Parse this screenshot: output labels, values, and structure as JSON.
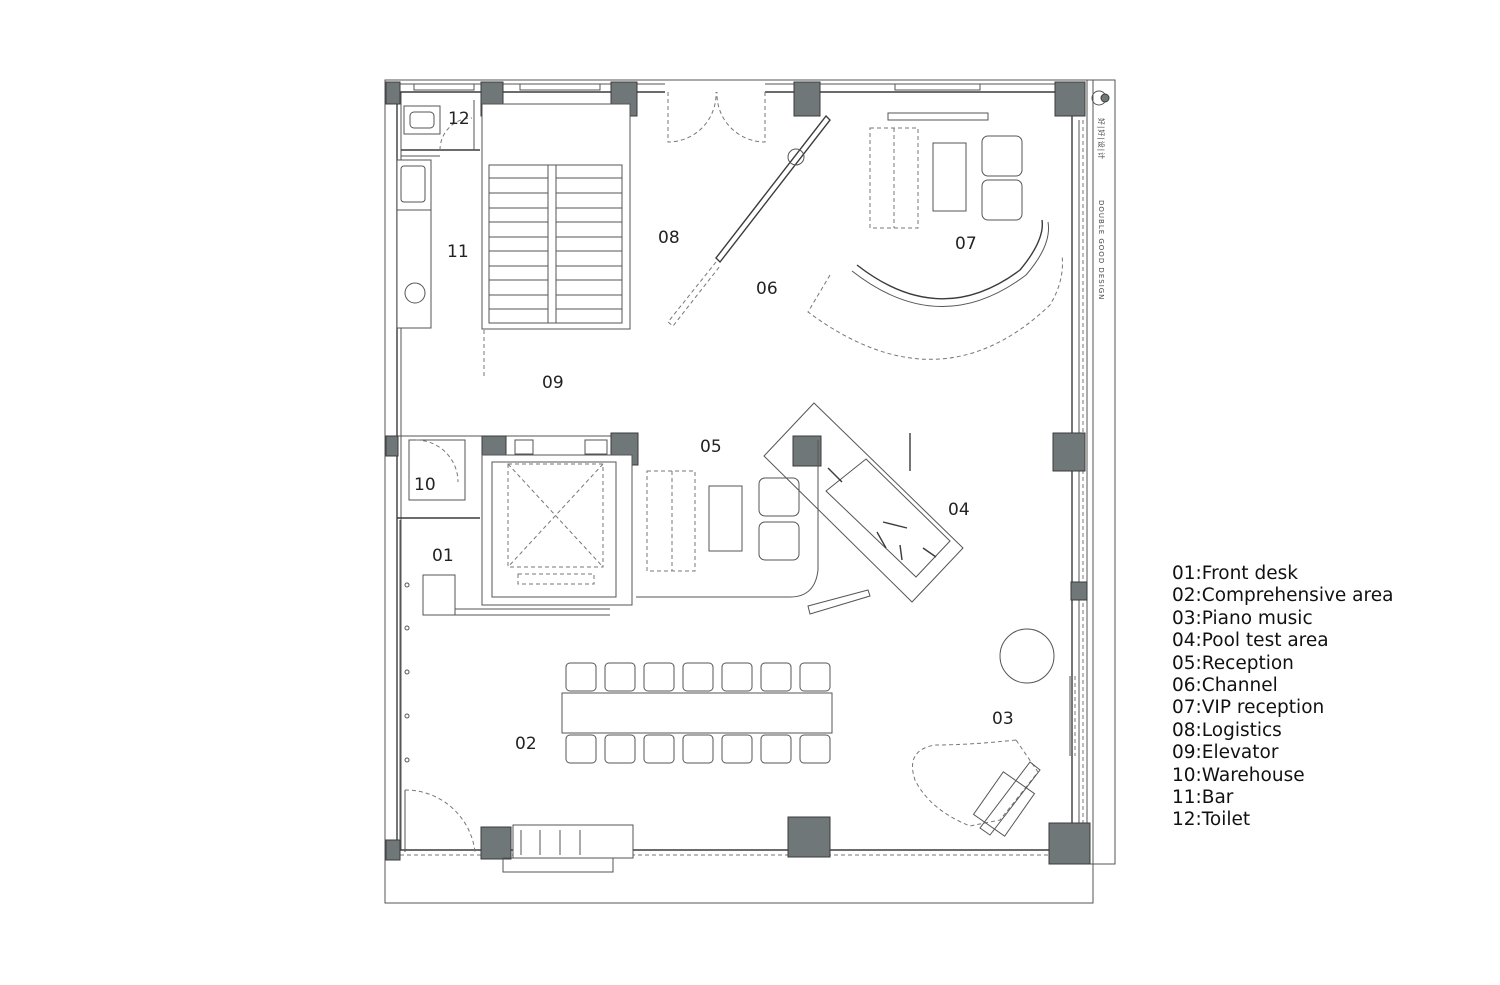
{
  "brand": {
    "logo": "GOD",
    "name_cn": "好|好|设|计",
    "name_en": "DOUBLE GOOD DESIGN"
  },
  "rooms": [
    {
      "id": "01",
      "label": "01"
    },
    {
      "id": "02",
      "label": "02"
    },
    {
      "id": "03",
      "label": "03"
    },
    {
      "id": "04",
      "label": "04"
    },
    {
      "id": "05",
      "label": "05"
    },
    {
      "id": "06",
      "label": "06"
    },
    {
      "id": "07",
      "label": "07"
    },
    {
      "id": "08",
      "label": "08"
    },
    {
      "id": "09",
      "label": "09"
    },
    {
      "id": "10",
      "label": "10"
    },
    {
      "id": "11",
      "label": "11"
    },
    {
      "id": "12",
      "label": "12"
    }
  ],
  "legend": [
    "01:Front desk",
    "02:Comprehensive area",
    "03:Piano music",
    "04:Pool test area",
    "05:Reception",
    "06:Channel",
    "07:VIP reception",
    "08:Logistics",
    "09:Elevator",
    "10:Warehouse",
    "11:Bar",
    "12:Toilet"
  ],
  "colors": {
    "column_fill": "#6f7779",
    "wall_stroke": "#3b3b3b"
  }
}
